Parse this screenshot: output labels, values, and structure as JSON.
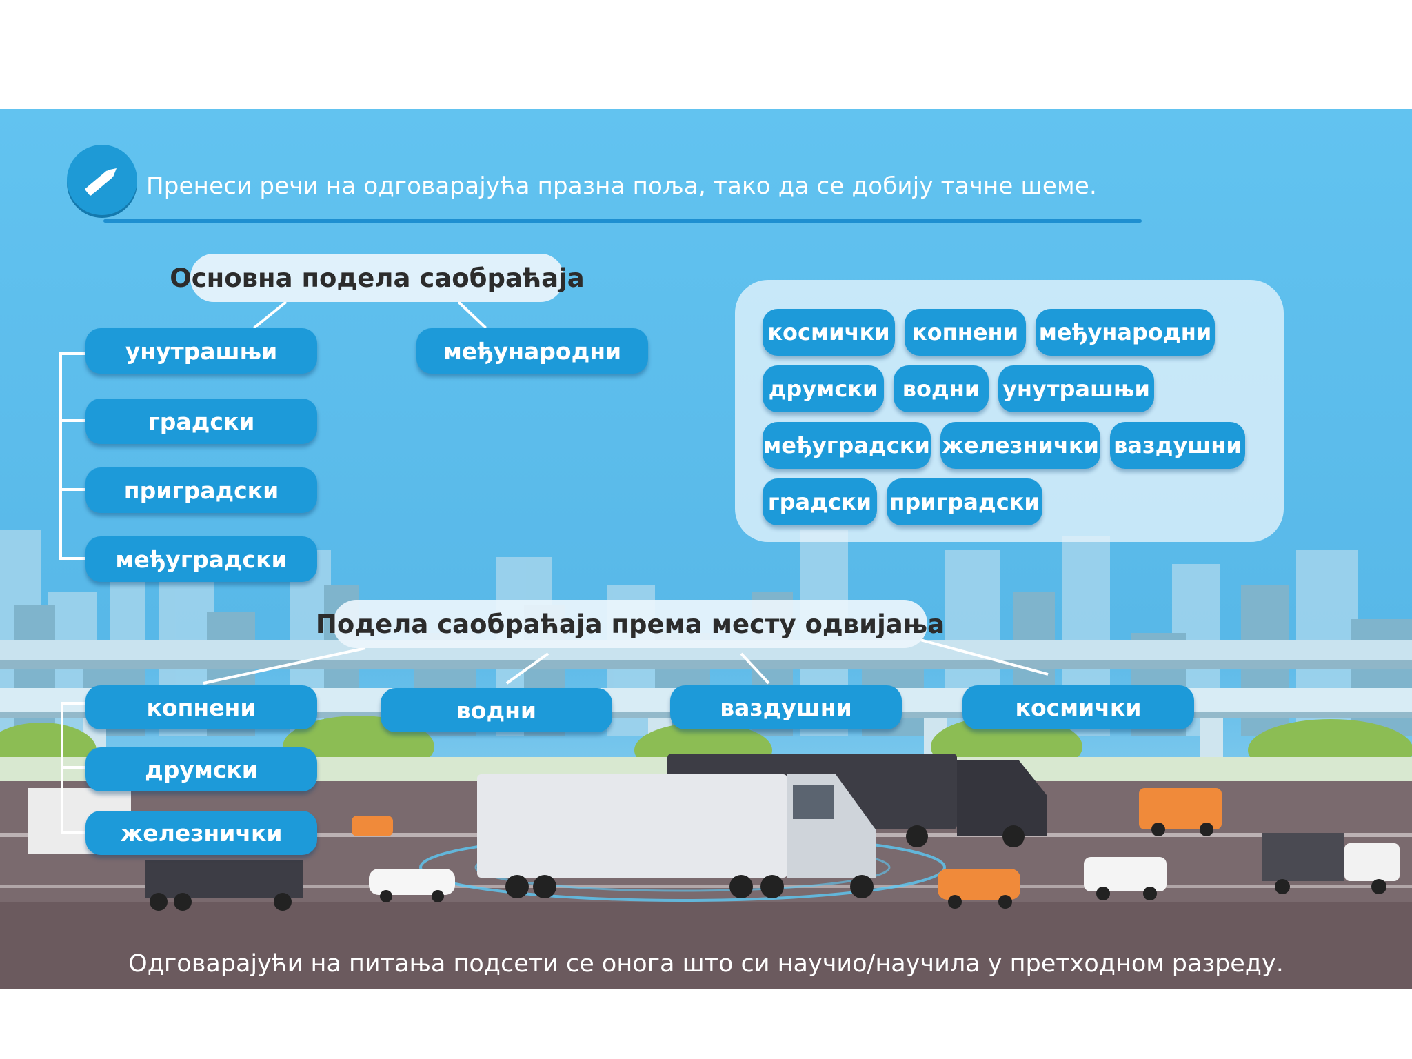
{
  "instruction": {
    "icon": "pencil-icon",
    "text": "Пренеси речи на одговарајућа празна поља, тако да се добију тачне шеме."
  },
  "basic_division": {
    "title": "Основна подела саобраћаја",
    "internal": "унутрашњи",
    "internal_children": [
      "градски",
      "приградски",
      "међуградски"
    ],
    "international": "међународни"
  },
  "word_bank": {
    "rows": [
      [
        "космички",
        "копнени",
        "међународни"
      ],
      [
        "друмски",
        "водни",
        "унутрашњи"
      ],
      [
        "међуградски",
        "железнички",
        "ваздушни"
      ],
      [
        "градски",
        "приградски"
      ]
    ]
  },
  "place_division": {
    "title": "Подела саобраћаја према месту одвијања",
    "land": "копнени",
    "land_children": [
      "друмски",
      "железнички"
    ],
    "water": "водни",
    "air": "ваздушни",
    "space": "космички"
  },
  "footer": {
    "text": "Одговарајући на питања подсети се онога што си научио/научила у претходном разреду."
  },
  "colors": {
    "sky": "#5cbcea",
    "pill_blue": "#1d9ad9",
    "road": "#6b5a5e",
    "footer_band": "#6b5a5e"
  }
}
